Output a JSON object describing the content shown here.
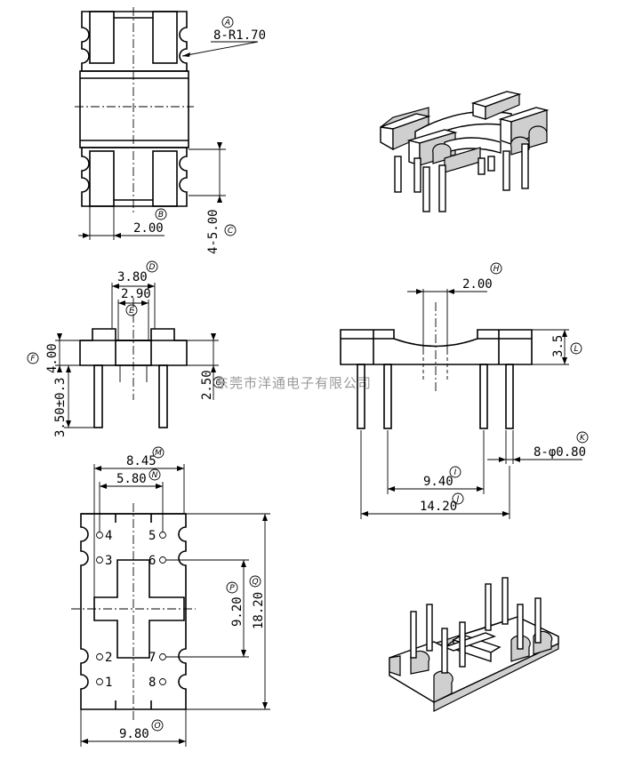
{
  "dimensions": {
    "A": {
      "letter": "A",
      "text": "8-R1.70"
    },
    "B": {
      "letter": "B",
      "text": "2.00"
    },
    "C": {
      "letter": "C",
      "text": "4-5.00"
    },
    "D": {
      "letter": "D",
      "text": "3.80"
    },
    "E": {
      "letter": "E",
      "text": "2.90"
    },
    "F": {
      "letter": "F",
      "text": "4.00"
    },
    "G": {
      "letter": "G",
      "text": "2.50"
    },
    "H": {
      "letter": "H",
      "text": "2.00"
    },
    "L": {
      "letter": "L",
      "text": "3.5"
    },
    "K": {
      "letter": "K",
      "text": "8-φ0.80"
    },
    "I": {
      "letter": "I",
      "text": "9.40"
    },
    "J": {
      "letter": "J",
      "text": "14.20"
    },
    "M": {
      "letter": "M",
      "text": "8.45"
    },
    "N": {
      "letter": "N",
      "text": "5.80"
    },
    "P": {
      "letter": "P",
      "text": "9.20"
    },
    "Q": {
      "letter": "Q",
      "text": "18.20"
    },
    "O": {
      "letter": "O",
      "text": "9.80"
    }
  },
  "pin_tolerance": "3.50±0.3",
  "pins": [
    "1",
    "2",
    "3",
    "4",
    "5",
    "6",
    "7",
    "8"
  ],
  "watermark": "东莞市洋通电子有限公司"
}
